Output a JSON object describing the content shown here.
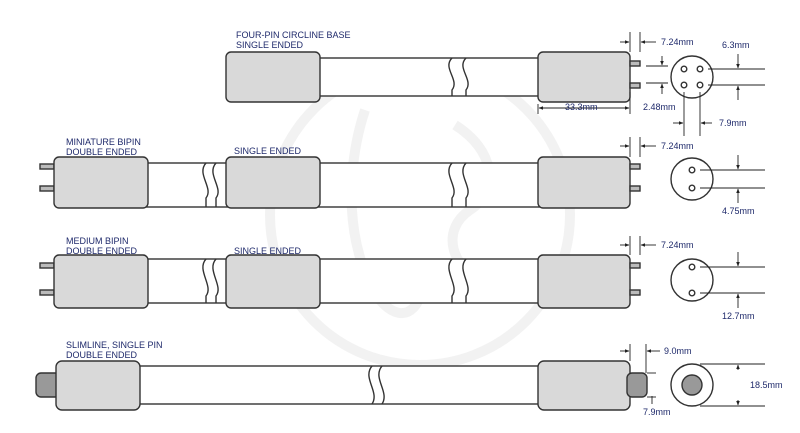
{
  "labels": {
    "four_pin_line1": "FOUR-PIN CIRCLINE BASE",
    "four_pin_line2": "SINGLE ENDED",
    "mini_line1": "MINIATURE BIPIN",
    "mini_line2": "DOUBLE ENDED",
    "mini_single": "SINGLE ENDED",
    "medium_line1": "MEDIUM BIPIN",
    "medium_line2": "DOUBLE ENDED",
    "medium_single": "SINGLE ENDED",
    "slim_line1": "SLIMLINE, SINGLE PIN",
    "slim_line2": "DOUBLE ENDED"
  },
  "dimensions": {
    "four_pin_pin_length": "7.24mm",
    "four_pin_pin_spacing": "2.48mm",
    "four_pin_base_length": "33.3mm",
    "four_pin_face_vertical": "6.3mm",
    "four_pin_face_horizontal": "7.9mm",
    "mini_pin_length": "7.24mm",
    "mini_pin_spacing": "4.75mm",
    "medium_pin_length": "7.24mm",
    "medium_pin_spacing": "12.7mm",
    "slim_pin_length": "9.0mm",
    "slim_pin_diameter": "7.9mm",
    "slim_base_diameter": "18.5mm"
  },
  "colors": {
    "outline": "#333333",
    "base_fill": "#d9d9d9",
    "pin_fill": "#bbbbbb",
    "dim_line": "#222222",
    "text": "#1f2a6b"
  }
}
